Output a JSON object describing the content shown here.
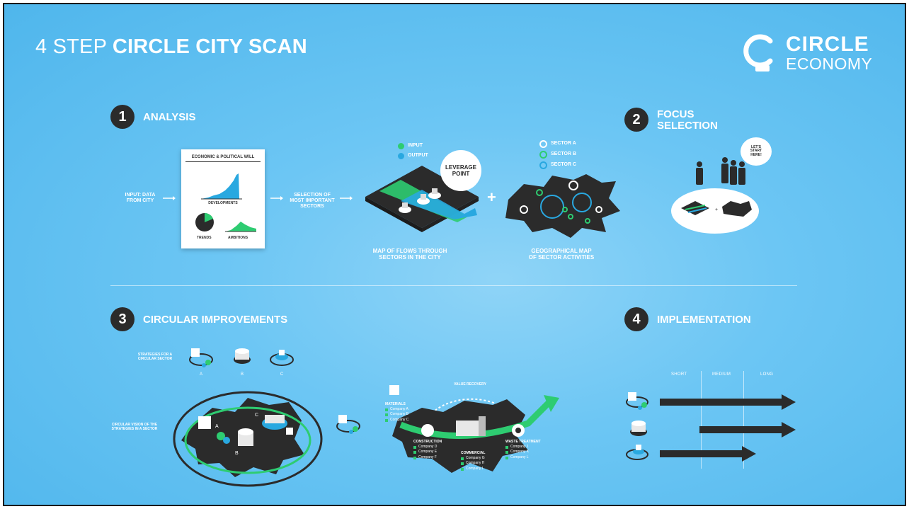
{
  "header": {
    "title_prefix": "4 STEP",
    "title_bold": "CIRCLE CITY SCAN",
    "logo_line1": "CIRCLE",
    "logo_line2": "ECONOMY"
  },
  "steps": {
    "s1": {
      "num": "1",
      "label": "ANALYSIS"
    },
    "s2": {
      "num": "2",
      "label_line1": "FOCUS",
      "label_line2": "SELECTION"
    },
    "s3": {
      "num": "3",
      "label": "CIRCULAR IMPROVEMENTS"
    },
    "s4": {
      "num": "4",
      "label": "IMPLEMENTATION"
    }
  },
  "analysis": {
    "input_line1": "INPUT: DATA",
    "input_line2": "FROM CITY",
    "card_title": "ECONOMIC & POLITICAL WILL",
    "developments": "DEVELOPMENTS",
    "trends": "TRENDS",
    "ambitions": "AMBITIONS",
    "selection_line1": "SELECTION OF",
    "selection_line2": "MOST IMPORTANT",
    "selection_line3": "SECTORS",
    "legend_input": "INPUT",
    "legend_output": "OUTPUT",
    "leverage_line1": "LEVERAGE",
    "leverage_line2": "POINT",
    "sector_a": "SECTOR A",
    "sector_b": "SECTOR B",
    "sector_c": "SECTOR C",
    "plus": "+",
    "map_flows_line1": "MAP OF FLOWS THROUGH",
    "map_flows_line2": "SECTORS IN THE CITY",
    "geo_map_line1": "GEOGRAPHICAL MAP",
    "geo_map_line2": "OF SECTOR ACTIVITIES"
  },
  "focus": {
    "bubble_line1": "LET'S",
    "bubble_line2": "START",
    "bubble_line3": "HERE!"
  },
  "improvements": {
    "strategies_line1": "STRATEGIES FOR A",
    "strategies_line2": "CIRCULAR SECTOR",
    "vision_line1": "CIRCULAR VISION OF THE",
    "vision_line2": "STRATEGIES IN A SECTOR",
    "value_recovery": "VALUE RECOVERY",
    "materials": "MATERIALS",
    "construction": "CONSTRUCTION",
    "commercial": "COMMERCIAL",
    "waste_treatment": "WASTE TREATMENT",
    "companies_materials": [
      "Company A",
      "Company B",
      "Company C"
    ],
    "companies_construction": [
      "Company D",
      "Company E",
      "Company F"
    ],
    "companies_commercial": [
      "Company G",
      "Company H",
      "Company I"
    ],
    "companies_waste": [
      "Company J",
      "Company K",
      "Company L"
    ]
  },
  "implementation": {
    "short": "SHORT",
    "medium": "MEDIUM",
    "long": "LONG"
  },
  "colors": {
    "background": "#5bbdef",
    "dark": "#2b2b2b",
    "green": "#2ecc71",
    "blue": "#29a8e0",
    "white": "#ffffff"
  }
}
